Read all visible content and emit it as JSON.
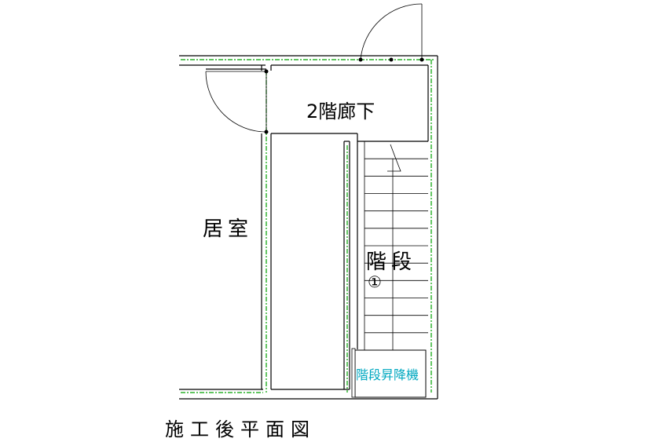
{
  "labels": {
    "hallway": "2階廊下",
    "living_room": "居室",
    "stairs": "階段",
    "stairs_number": "①",
    "stair_lift": "階段昇降機",
    "caption": "施工後平面図"
  },
  "colors": {
    "wall": "#000000",
    "handrail": "#00a000",
    "stair_lift_label": "#00a8c0"
  }
}
